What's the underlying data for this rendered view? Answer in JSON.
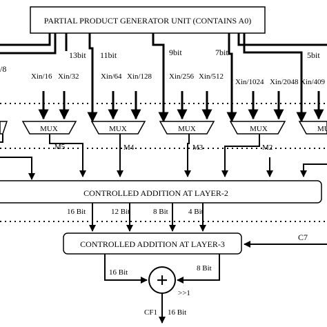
{
  "title_box": "PARTIAL PRODUCT GENERATOR UNIT (CONTAINS A0)",
  "bit_labels": [
    "13bit",
    "11bit",
    "9bit",
    "7bit",
    "5bit"
  ],
  "left_partial_label": "/8",
  "input_labels": {
    "mux1_a": "Xin/16",
    "mux1_b": "Xin/32",
    "mux2_a": "Xin/64",
    "mux2_b": "Xin/128",
    "mux3_a": "Xin/256",
    "mux3_b": "Xin/512",
    "mux4_a": "Xin/1024",
    "mux4_b": "Xin/2048",
    "mux5_a": "Xin/409"
  },
  "mux_label": "MUX",
  "mux_outputs": [
    "M5",
    "M4",
    "M3",
    "M2"
  ],
  "layer2_label": "CONTROLLED ADDITION AT LAYER-2",
  "layer2_outputs": [
    "16 Bit",
    "12 Bit",
    "8 Bit",
    "4 Bit"
  ],
  "layer3_label": "CONTROLLED ADDITION AT LAYER-3",
  "c7_label": "C7",
  "layer3_outputs": [
    "16 Bit",
    "8 Bit"
  ],
  "adder_symbol": "+",
  "shift_label": ">>1",
  "final_labels": {
    "cf": "CF1",
    "bits": "16 Bit"
  }
}
